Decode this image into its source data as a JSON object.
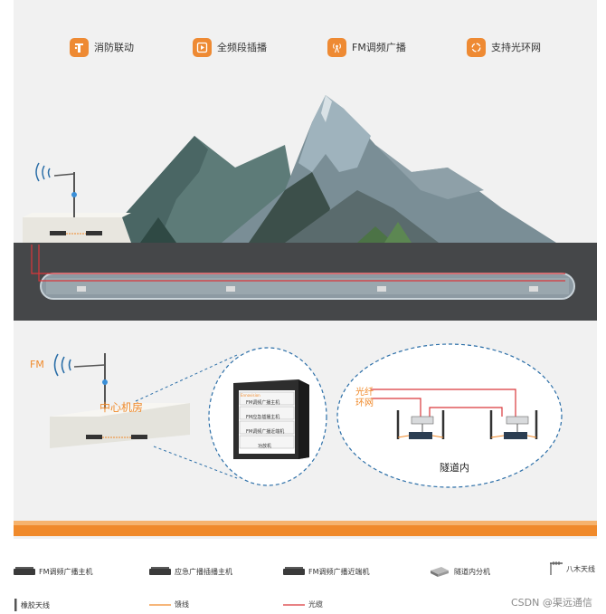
{
  "features": [
    {
      "icon": "fire-linkage-icon",
      "label": "消防联动"
    },
    {
      "icon": "band-insert-icon",
      "label": "全频段插播"
    },
    {
      "icon": "fm-broadcast-icon",
      "label": "FM调频广播"
    },
    {
      "icon": "fiber-ring-icon",
      "label": "支持光环网"
    }
  ],
  "upper": {},
  "lower": {
    "fm_label": "FM",
    "room_label": "中心机房",
    "fiber_label_1": "光纤",
    "fiber_label_2": "环网",
    "tunnel_label": "隧道内",
    "rack_units": [
      "FM调频广播主机",
      "FM应急插播主机",
      "FM调频广播近端机",
      "功放机"
    ],
    "rack_brand": "Ennovision"
  },
  "legend": [
    {
      "icon": "fm-host-icon",
      "label": "FM调频广播主机"
    },
    {
      "icon": "emergency-host-icon",
      "label": "应急广播插播主机"
    },
    {
      "icon": "near-end-unit-icon",
      "label": "FM调频广播近端机"
    },
    {
      "icon": "splitter-icon",
      "label": "隧道内分机"
    },
    {
      "icon": "yagi-antenna-icon",
      "label": "八木天线"
    },
    {
      "icon": "rubber-antenna-icon",
      "label": "橡胶天线"
    },
    {
      "icon": "feeder-line-icon",
      "label": "馈线"
    },
    {
      "icon": "optical-cable-icon",
      "label": "光缆"
    }
  ],
  "watermark": "CSDN @渠远通信",
  "colors": {
    "accent": "#f08a2b",
    "fiber": "#d9373a",
    "dashed": "#2c6fa8",
    "tunnel": "#454749"
  }
}
